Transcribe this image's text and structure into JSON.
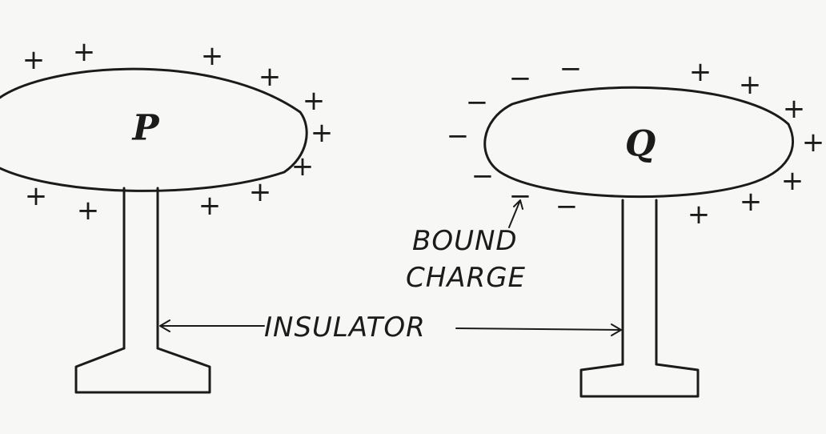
{
  "conductor_p": {
    "label": "P",
    "charge_sign": "+"
  },
  "conductor_q": {
    "label": "Q",
    "left_charge_sign": "−",
    "right_charge_sign": "+"
  },
  "bound_charge": {
    "line1": "BOUND",
    "line2": "CHARGE"
  },
  "insulator_label": "INSULATOR",
  "colors": {
    "ink": "#1b1b1b",
    "paper": "#f7f7f5"
  }
}
